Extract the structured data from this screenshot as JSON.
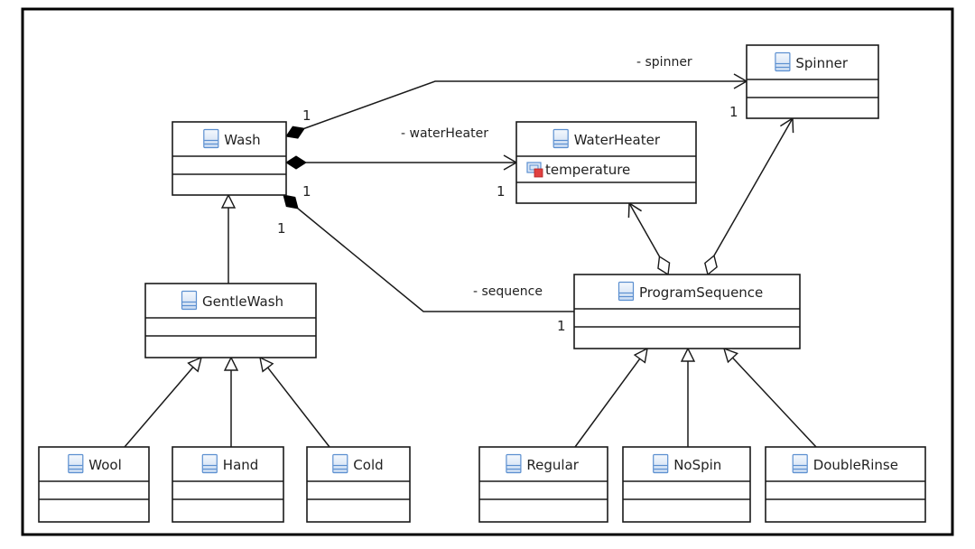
{
  "diagram": {
    "type": "UML class diagram",
    "classes": [
      {
        "id": "wash",
        "name": "Wash",
        "attributes": []
      },
      {
        "id": "waterheater",
        "name": "WaterHeater",
        "attributes": [
          {
            "name": "temperature",
            "icon": "private-attribute-icon"
          }
        ]
      },
      {
        "id": "spinner",
        "name": "Spinner",
        "attributes": []
      },
      {
        "id": "gentlewash",
        "name": "GentleWash",
        "attributes": []
      },
      {
        "id": "programsequence",
        "name": "ProgramSequence",
        "attributes": []
      },
      {
        "id": "wool",
        "name": "Wool",
        "attributes": []
      },
      {
        "id": "hand",
        "name": "Hand",
        "attributes": []
      },
      {
        "id": "cold",
        "name": "Cold",
        "attributes": []
      },
      {
        "id": "regular",
        "name": "Regular",
        "attributes": []
      },
      {
        "id": "nospin",
        "name": "NoSpin",
        "attributes": []
      },
      {
        "id": "doublerinse",
        "name": "DoubleRinse",
        "attributes": []
      }
    ],
    "associations": [
      {
        "id": "wash-spinner",
        "kind": "composition",
        "from": "Wash",
        "to": "Spinner",
        "role": "- spinner",
        "source_multiplicity": "1",
        "target_multiplicity": "1"
      },
      {
        "id": "wash-waterheater",
        "kind": "composition",
        "from": "Wash",
        "to": "WaterHeater",
        "role": "- waterHeater",
        "source_multiplicity": "1",
        "target_multiplicity": "1"
      },
      {
        "id": "wash-sequence",
        "kind": "composition",
        "from": "Wash",
        "to": "ProgramSequence",
        "role": "- sequence",
        "source_multiplicity": "1",
        "target_multiplicity": "1"
      },
      {
        "id": "seq-waterheater",
        "kind": "aggregation",
        "from": "ProgramSequence",
        "to": "WaterHeater"
      },
      {
        "id": "seq-spinner",
        "kind": "aggregation",
        "from": "ProgramSequence",
        "to": "Spinner"
      }
    ],
    "generalizations": [
      {
        "child": "GentleWash",
        "parent": "Wash"
      },
      {
        "child": "Wool",
        "parent": "GentleWash"
      },
      {
        "child": "Hand",
        "parent": "GentleWash"
      },
      {
        "child": "Cold",
        "parent": "GentleWash"
      },
      {
        "child": "Regular",
        "parent": "ProgramSequence"
      },
      {
        "child": "NoSpin",
        "parent": "ProgramSequence"
      },
      {
        "child": "DoubleRinse",
        "parent": "ProgramSequence"
      }
    ],
    "colors": {
      "class_icon_border": "#5b8fd0",
      "class_icon_fill": "#dce8f7",
      "private_marker": "#e04040",
      "line": "#1a1a1a",
      "frame": "#000000"
    }
  }
}
